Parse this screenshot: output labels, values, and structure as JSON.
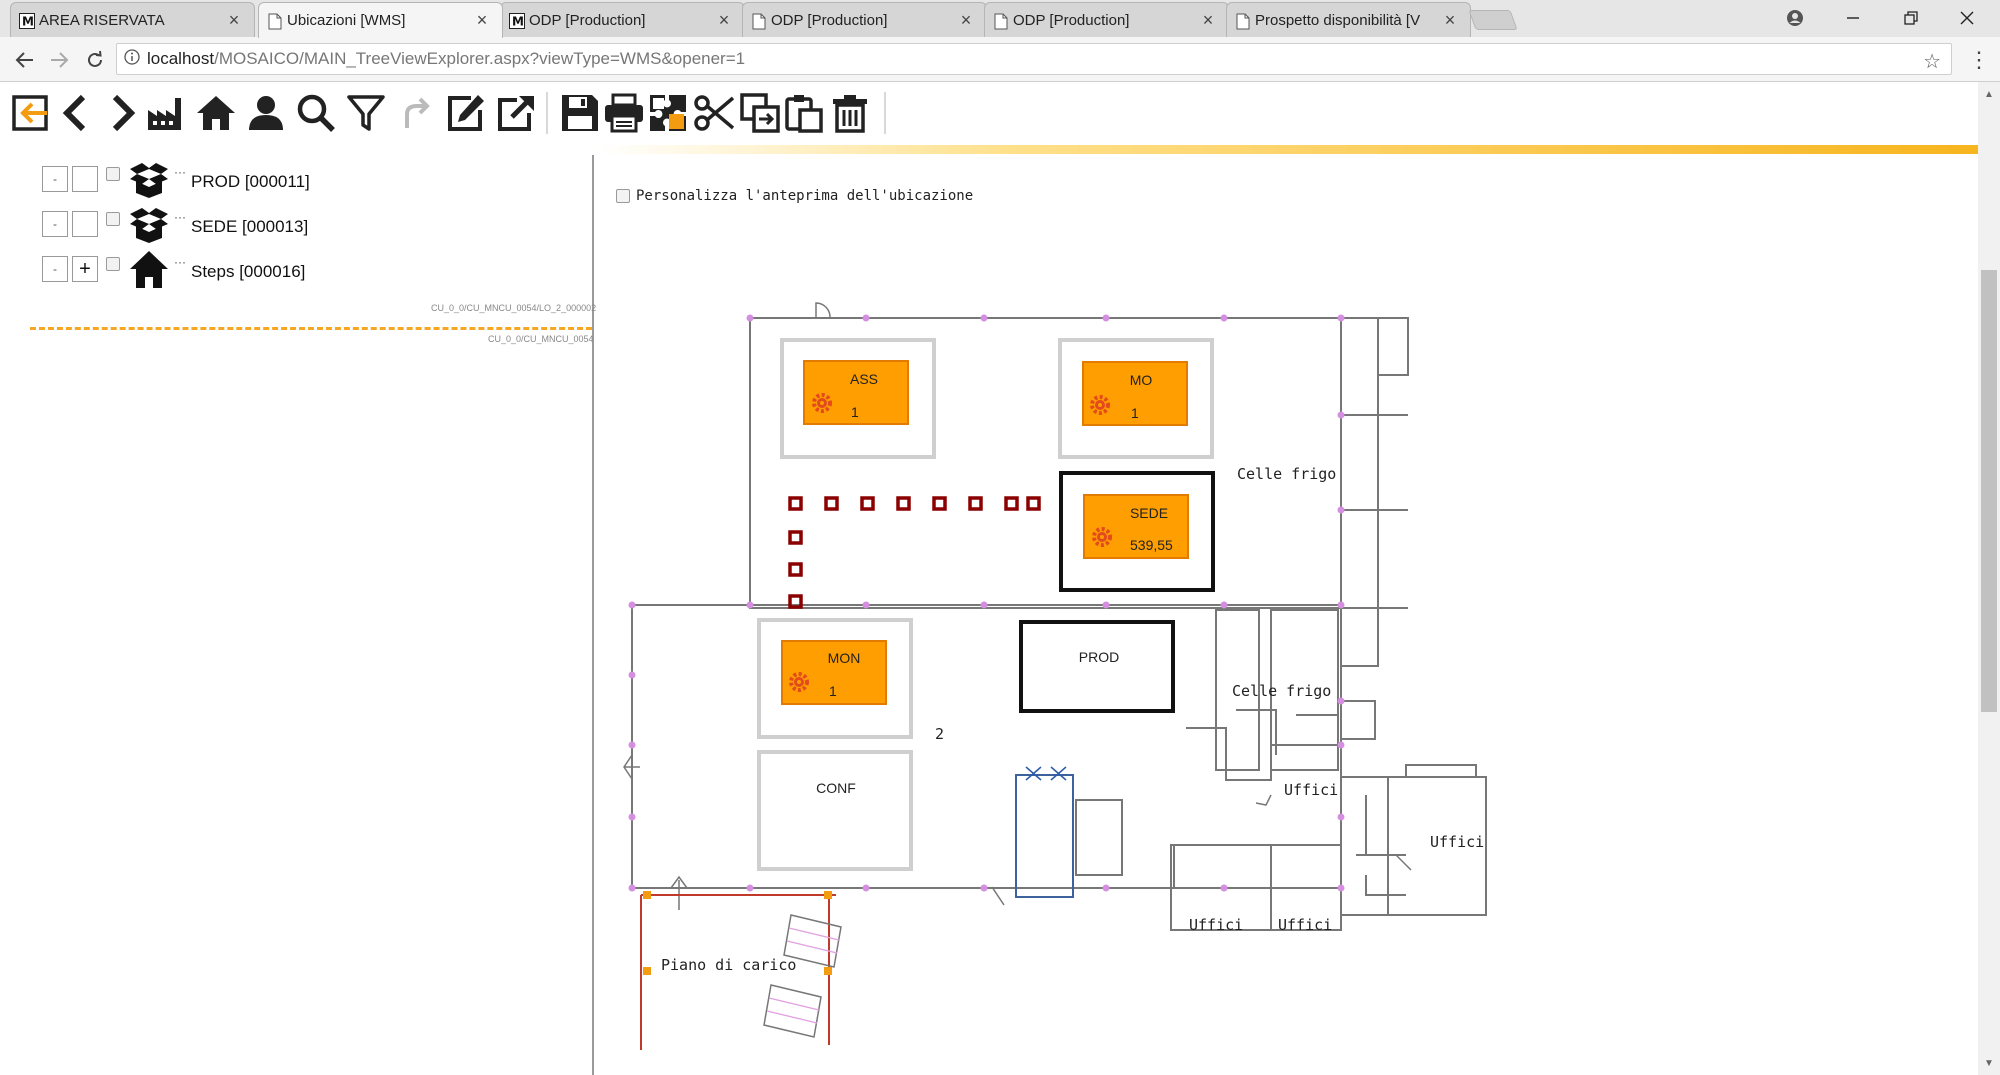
{
  "browser": {
    "tabs": [
      {
        "title": "AREA RISERVATA",
        "icon": "app-logo-icon",
        "active": false
      },
      {
        "title": "Ubicazioni [WMS]",
        "icon": "page-icon",
        "active": true
      },
      {
        "title": "ODP [Production]",
        "icon": "app-logo-icon",
        "active": false
      },
      {
        "title": "ODP [Production]",
        "icon": "page-icon",
        "active": false
      },
      {
        "title": "ODP [Production]",
        "icon": "page-icon",
        "active": false
      },
      {
        "title": "Prospetto disponibilità [V",
        "icon": "page-icon",
        "active": false
      }
    ],
    "url_host": "localhost",
    "url_path": "/MOSAICO/MAIN_TreeViewExplorer.aspx?viewType=WMS&opener=1"
  },
  "toolbar": {
    "buttons": [
      "exit-icon",
      "back-icon",
      "forward-icon",
      "factory-icon",
      "home-icon",
      "user-icon",
      "search-icon",
      "filter-icon",
      "redo-icon",
      "edit-icon",
      "open-external-icon",
      "save-icon",
      "print-icon",
      "puzzle-icon",
      "cut-icon",
      "copy-icon",
      "paste-icon",
      "delete-icon"
    ],
    "accent_color": "#f7b51e"
  },
  "tree": {
    "items": [
      {
        "label": "PROD [000011]",
        "expander": "",
        "icon": "box-icon"
      },
      {
        "label": "SEDE [000013]",
        "expander": "",
        "icon": "box-icon"
      },
      {
        "label": "Steps [000016]",
        "expander": "+",
        "icon": "house-icon"
      }
    ],
    "collapse_symbol": "-",
    "code_1": "CU_0_0/CU_MNCU_0054/LO_2_000002",
    "code_2": "CU_0_0/CU_MNCU_0054"
  },
  "map": {
    "customize_label": "Personalizza l'anteprima dell'ubicazione",
    "locations": [
      {
        "name": "ASS",
        "value": "1"
      },
      {
        "name": "MO",
        "value": "1"
      },
      {
        "name": "SEDE",
        "value": "539,55"
      },
      {
        "name": "MON",
        "value": "1"
      }
    ],
    "empty_locations": [
      "PROD",
      "CONF"
    ],
    "rooms": [
      "Celle frigo",
      "Celle frigo",
      "Uffici",
      "Uffici",
      "Uffici",
      "Uffici",
      "Piano di carico",
      "2"
    ],
    "colors": {
      "location_fill": "#ff9e00",
      "location_border": "#e37b00",
      "path_marker": "#8b0000",
      "gear": "#e34a1c"
    }
  }
}
